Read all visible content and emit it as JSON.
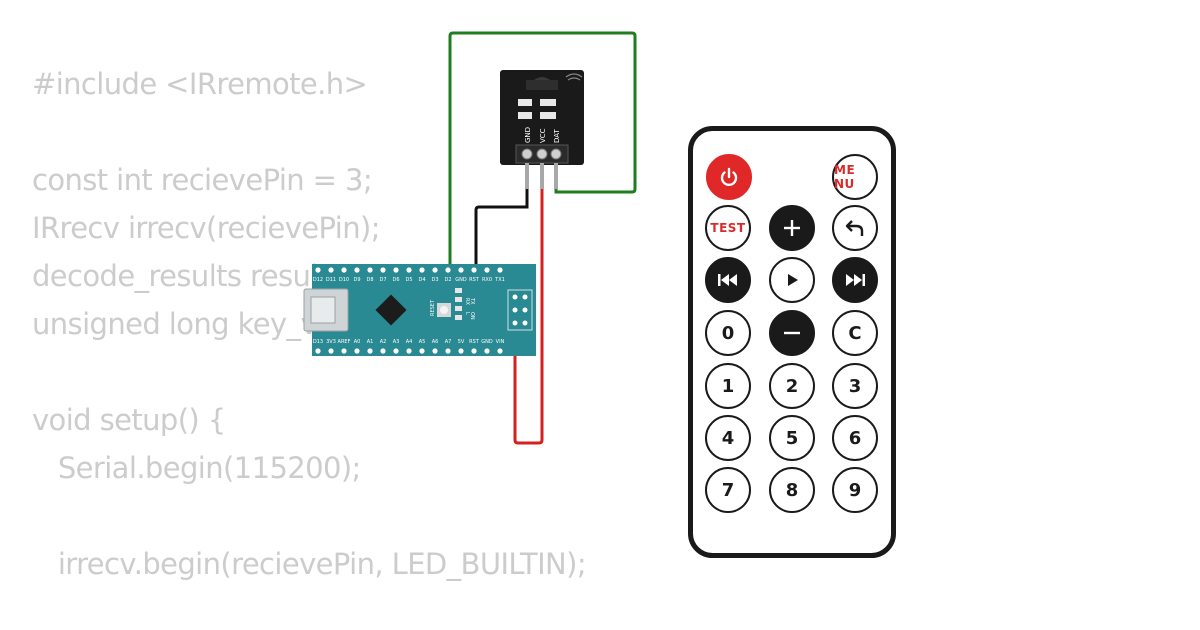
{
  "code_lines": [
    "#include <IRremote.h>",
    "",
    "const int recievePin = 3;",
    "IRrecv irrecv(recievePin);",
    "decode_results results;",
    "unsigned long key_value = 0;",
    "",
    "void setup() {",
    "   Serial.begin(115200);",
    "",
    "   irrecv.begin(recievePin, LED_BUILTIN);"
  ],
  "ir_receiver": {
    "pin_labels": [
      "GND",
      "VCC",
      "DAT"
    ]
  },
  "arduino_nano": {
    "top_pins": [
      "D12",
      "D11",
      "D10",
      "D9",
      "D8",
      "D7",
      "D6",
      "D5",
      "D4",
      "D3",
      "D2",
      "GND",
      "RST",
      "RX0",
      "TX1"
    ],
    "bottom_pins": [
      "D13",
      "3V3",
      "AREF",
      "A0",
      "A1",
      "A2",
      "A3",
      "A4",
      "A5",
      "A6",
      "A7",
      "5V",
      "RST",
      "GND",
      "VIN"
    ],
    "reset_label": "RESET",
    "led_labels": [
      "TX",
      "RX",
      "ON",
      "L"
    ]
  },
  "remote": {
    "menu_label": "ME NU",
    "test_label": "TEST",
    "c_label": "C",
    "digit_labels": [
      "0",
      "1",
      "2",
      "3",
      "4",
      "5",
      "6",
      "7",
      "8",
      "9"
    ]
  },
  "colors": {
    "green_wire": "#1e7d1e",
    "black_wire": "#111111",
    "red_wire": "#d62020",
    "nano_board": "#2a8a93",
    "power_button": "#e02828"
  }
}
